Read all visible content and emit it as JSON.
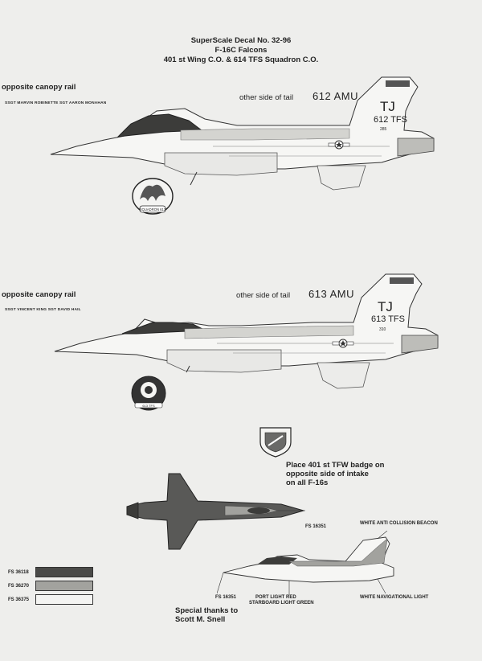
{
  "header": {
    "line1": "SuperScale Decal No. 32-96",
    "line2": "F-16C Falcons",
    "line3": "401 st Wing C.O. & 614 TFS Squadron C.O."
  },
  "aircraft1": {
    "canopy_rail_label": "opposite canopy rail",
    "crew_names": "SSGT MARVIN ROBINETTE   SGT AARON MONAHAN",
    "tail_note": "other side of tail",
    "amu": "612 AMU",
    "tail_code": "TJ",
    "squadron": "612 TFS",
    "serial": "285",
    "badge_text": "SQUADRON 612"
  },
  "aircraft2": {
    "canopy_rail_label": "opposite canopy rail",
    "crew_names": "SSGT VINCENT KING   SGT DAVID HAIL",
    "tail_note": "other side of tail",
    "amu": "613 AMU",
    "tail_code": "TJ",
    "squadron": "613 TFS",
    "serial": "310",
    "badge_text": "613 TFS"
  },
  "wing_badge_note": {
    "line1": "Place 401 st TFW badge on",
    "line2": "opposite side of intake",
    "line3": "on all F-16s"
  },
  "color_legend": [
    {
      "code": "FS 36118",
      "color": "#4a4a48"
    },
    {
      "code": "FS 36270",
      "color": "#a2a29e"
    },
    {
      "code": "FS 36375",
      "color": "#f4f4f2"
    }
  ],
  "callouts": {
    "plan_fs": "FS 16351",
    "side_fs": "FS 16351",
    "beacon": "WHITE ANTI COLLISION BEACON",
    "port_light": "PORT LIGHT RED",
    "starboard_light": "STARBOARD LIGHT GREEN",
    "nav_light": "WHITE NAVIGATIONAL LIGHT"
  },
  "thanks": {
    "line1": "Special thanks to",
    "line2": "Scott M. Snell"
  }
}
